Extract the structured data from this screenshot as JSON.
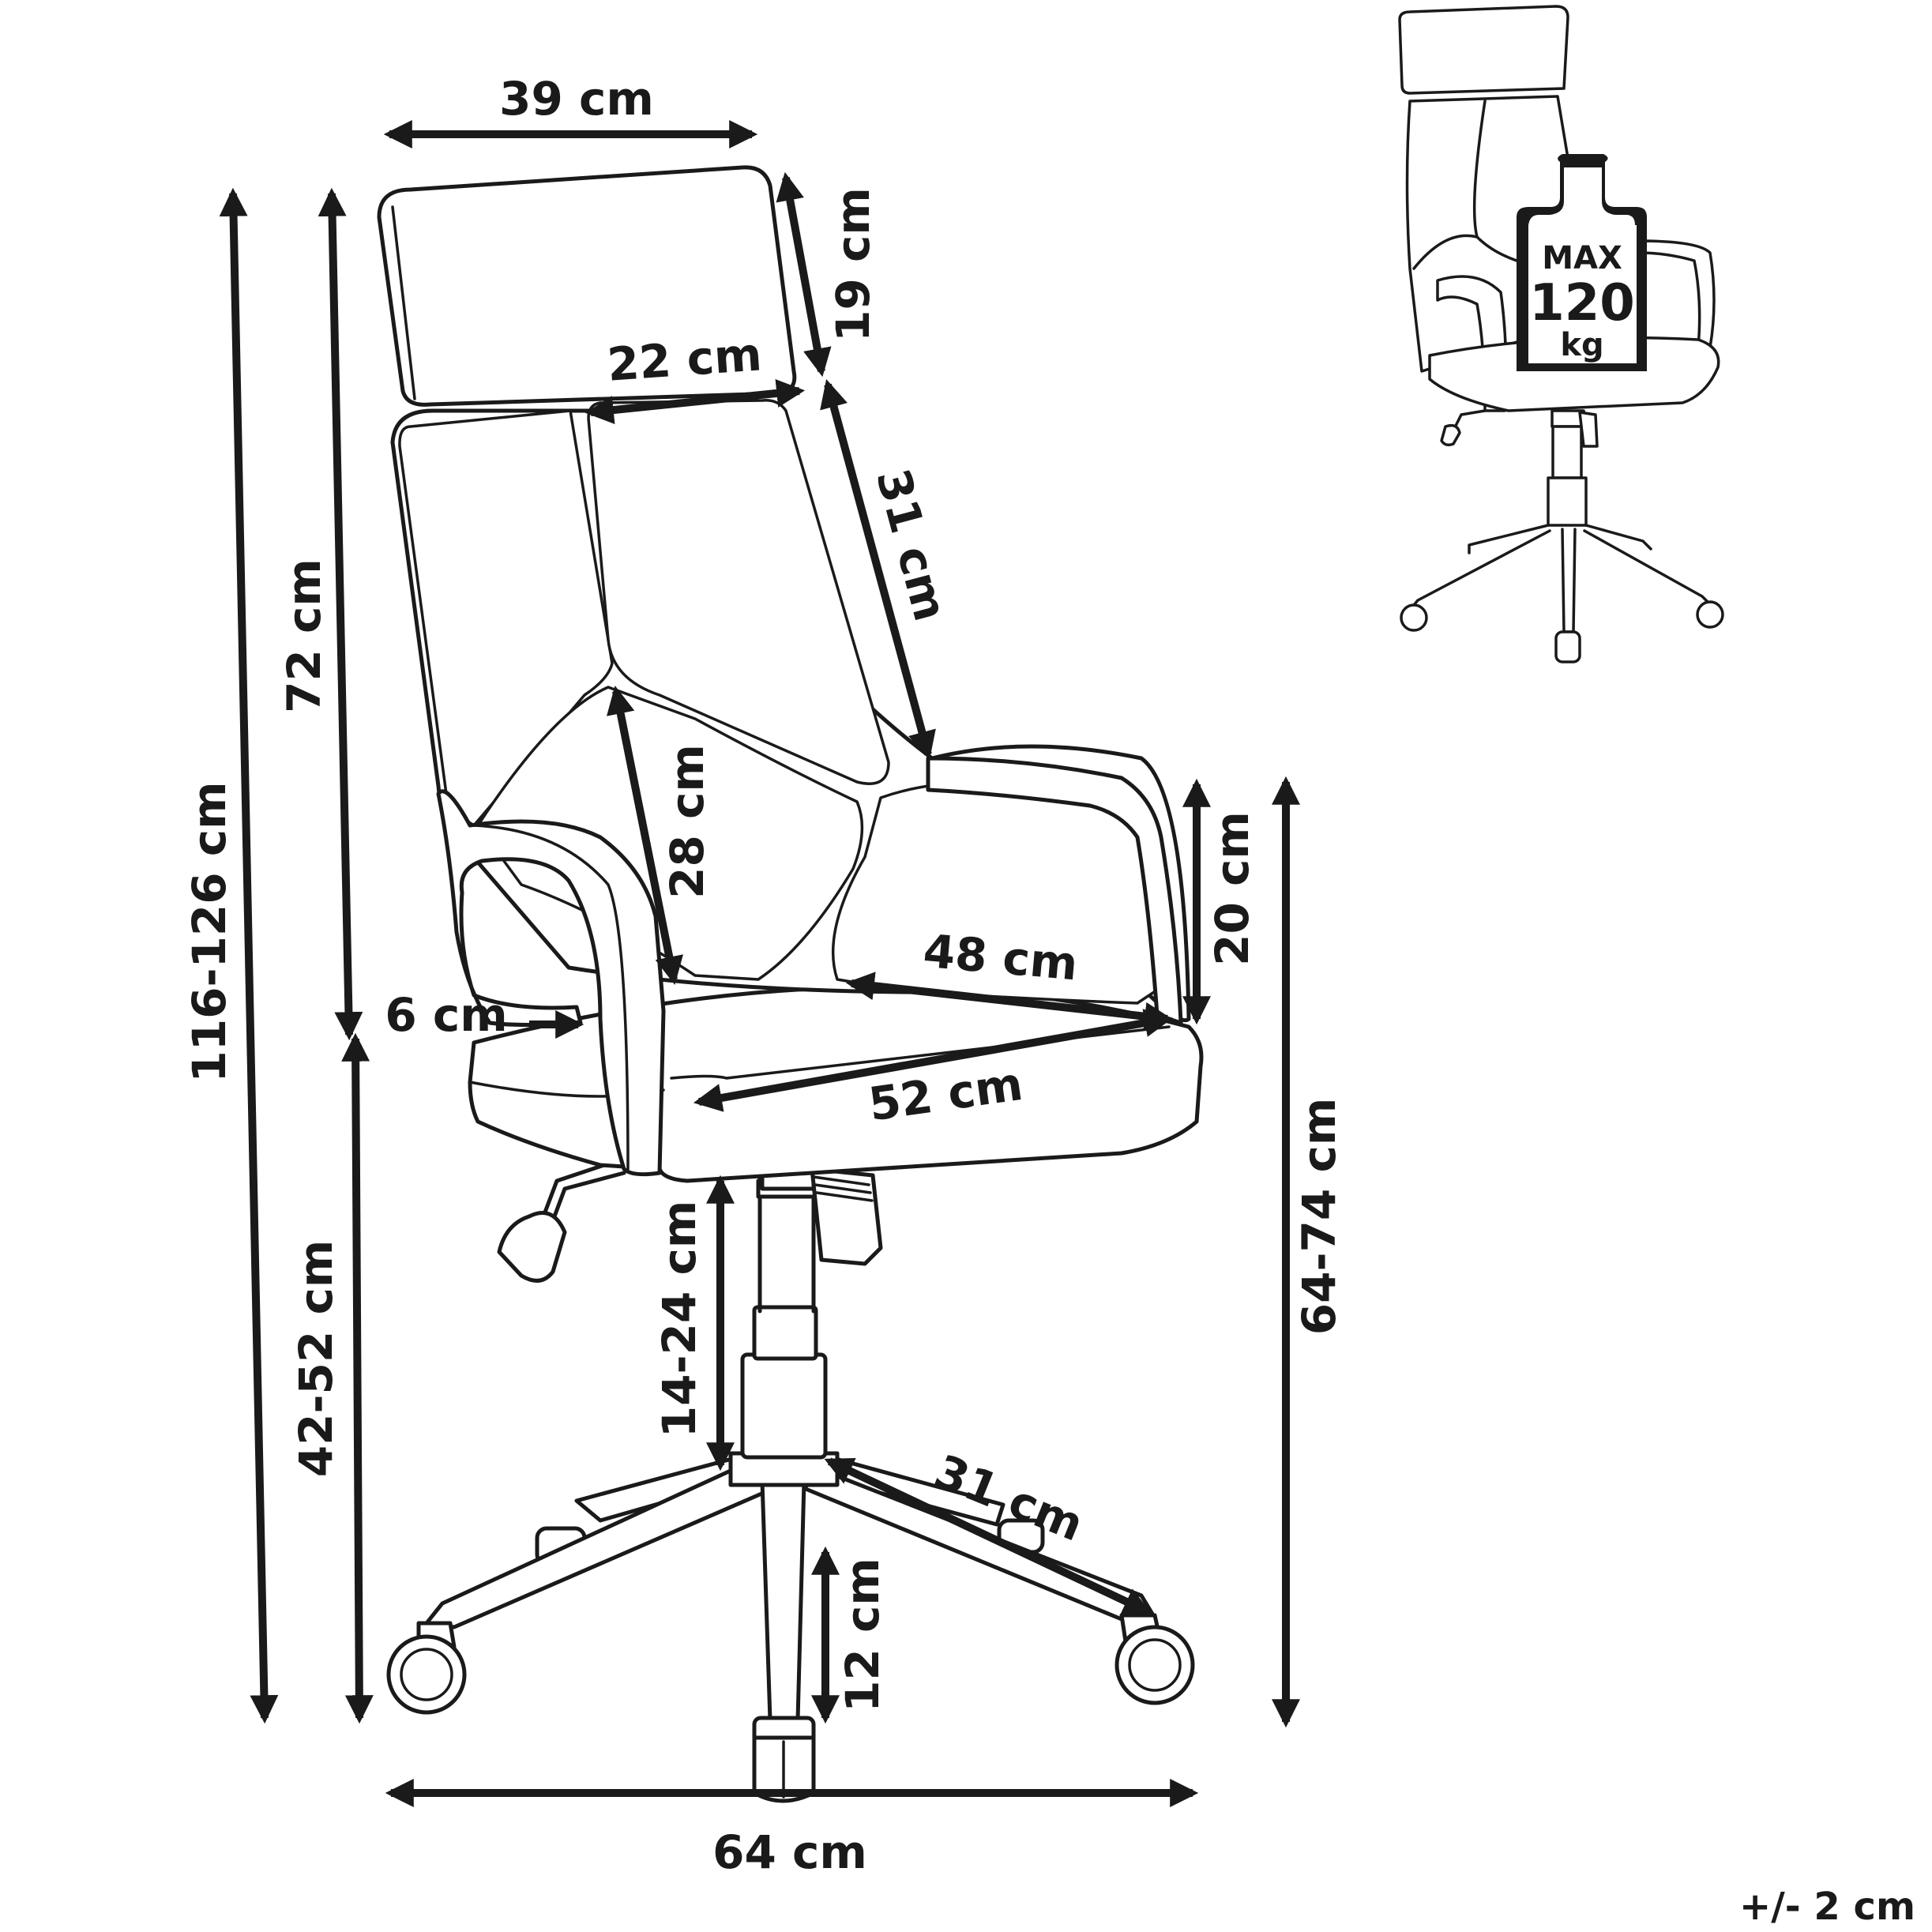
{
  "dimensions": {
    "seat_width": "39 cm",
    "headrest_height": "19 cm",
    "headrest_width": "22 cm",
    "backrest_height": "31 cm",
    "total_back_height": "72 cm",
    "overall_height": "116-126 cm",
    "lumbar_height": "28 cm",
    "armrest_height": "20 cm",
    "seat_depth": "48 cm",
    "armrest_gap": "6 cm",
    "seat_width_full": "52 cm",
    "armrest_floor_height": "64-74 cm",
    "seat_height": "42-52 cm",
    "gas_lift_range": "14-24 cm",
    "leg_length": "31 cm",
    "base_height": "12 cm",
    "base_width": "64 cm"
  },
  "tolerance": "+/- 2 cm",
  "badge": {
    "line1": "MAX",
    "line2": "120",
    "line3": "kg"
  },
  "colors": {
    "ink": "#1a1a1a",
    "background": "#ffffff"
  }
}
